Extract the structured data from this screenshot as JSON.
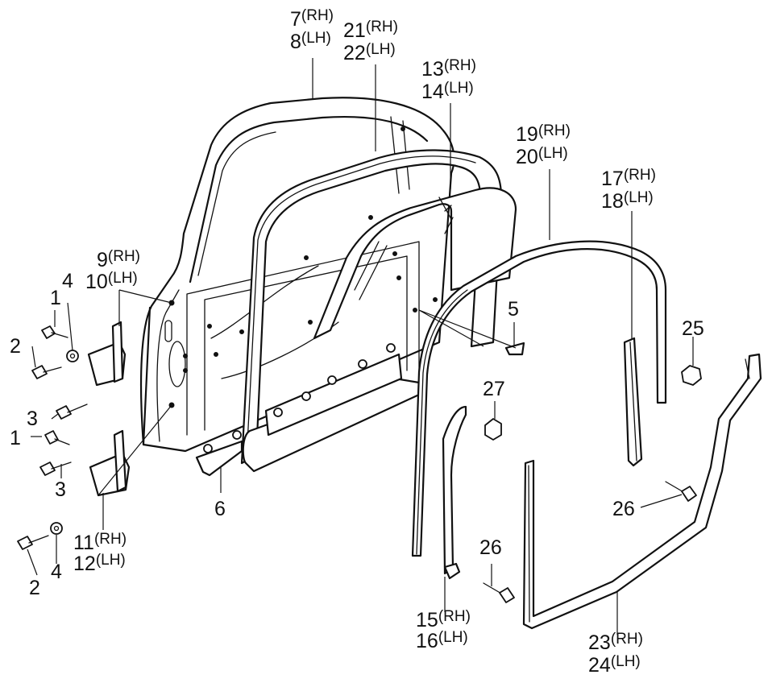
{
  "labels": [
    {
      "id": "l7",
      "num": "7",
      "suffix": "(RH)"
    },
    {
      "id": "l8",
      "num": "8",
      "suffix": "(LH)"
    },
    {
      "id": "l21",
      "num": "21",
      "suffix": "(RH)"
    },
    {
      "id": "l22",
      "num": "22",
      "suffix": "(LH)"
    },
    {
      "id": "l13",
      "num": "13",
      "suffix": "(RH)"
    },
    {
      "id": "l14",
      "num": "14",
      "suffix": "(LH)"
    },
    {
      "id": "l19",
      "num": "19",
      "suffix": "(RH)"
    },
    {
      "id": "l20",
      "num": "20",
      "suffix": "(LH)"
    },
    {
      "id": "l17",
      "num": "17",
      "suffix": "(RH)"
    },
    {
      "id": "l18",
      "num": "18",
      "suffix": "(LH)"
    },
    {
      "id": "l9",
      "num": "9",
      "suffix": "(RH)"
    },
    {
      "id": "l10",
      "num": "10",
      "suffix": "(LH)"
    },
    {
      "id": "l4a",
      "num": "4",
      "suffix": ""
    },
    {
      "id": "l1a",
      "num": "1",
      "suffix": ""
    },
    {
      "id": "l2a",
      "num": "2",
      "suffix": ""
    },
    {
      "id": "l3a",
      "num": "3",
      "suffix": ""
    },
    {
      "id": "l1b",
      "num": "1",
      "suffix": ""
    },
    {
      "id": "l3b",
      "num": "3",
      "suffix": ""
    },
    {
      "id": "l5",
      "num": "5",
      "suffix": ""
    },
    {
      "id": "l25",
      "num": "25",
      "suffix": ""
    },
    {
      "id": "l27",
      "num": "27",
      "suffix": ""
    },
    {
      "id": "l6",
      "num": "6",
      "suffix": ""
    },
    {
      "id": "l11",
      "num": "11",
      "suffix": "(RH)"
    },
    {
      "id": "l12",
      "num": "12",
      "suffix": "(LH)"
    },
    {
      "id": "l4b",
      "num": "4",
      "suffix": ""
    },
    {
      "id": "l2b",
      "num": "2",
      "suffix": ""
    },
    {
      "id": "l26a",
      "num": "26",
      "suffix": ""
    },
    {
      "id": "l26b",
      "num": "26",
      "suffix": ""
    },
    {
      "id": "l15",
      "num": "15",
      "suffix": "(RH)"
    },
    {
      "id": "l16",
      "num": "16",
      "suffix": "(LH)"
    },
    {
      "id": "l23",
      "num": "23",
      "suffix": "(RH)"
    },
    {
      "id": "l24",
      "num": "24",
      "suffix": "(LH)"
    }
  ]
}
